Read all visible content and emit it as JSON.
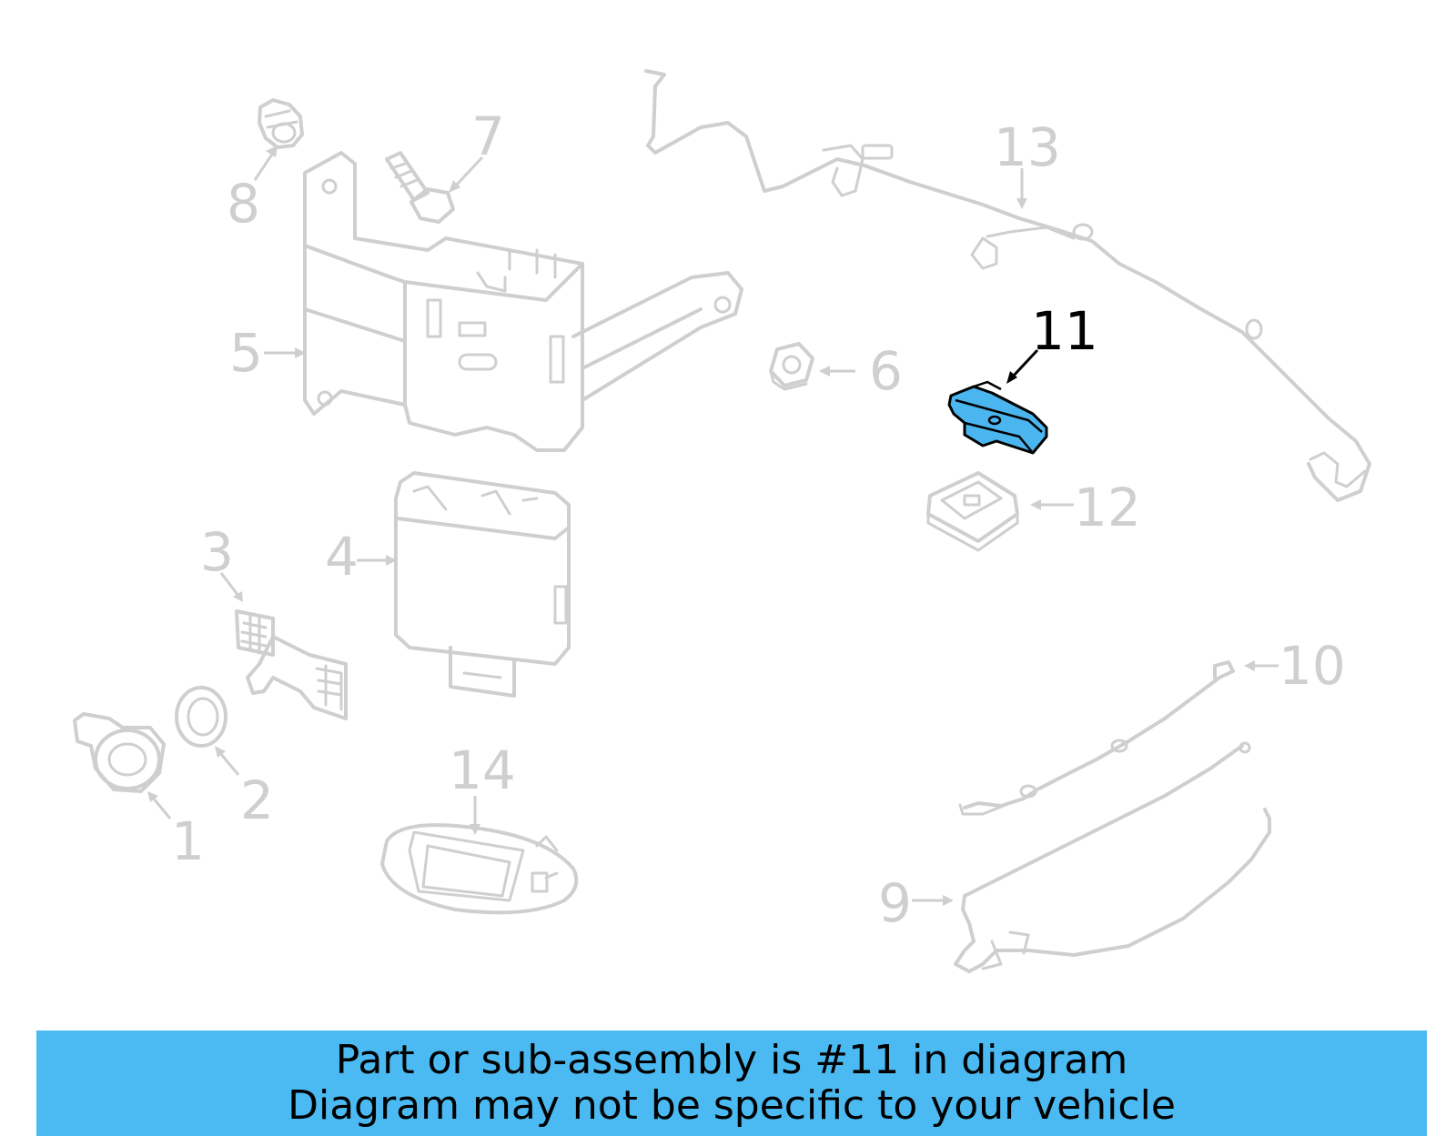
{
  "callouts": {
    "c1": "1",
    "c2": "2",
    "c3": "3",
    "c4": "4",
    "c5": "5",
    "c6": "6",
    "c7": "7",
    "c8": "8",
    "c9": "9",
    "c10": "10",
    "c11": "11",
    "c12": "12",
    "c13": "13",
    "c14": "14"
  },
  "highlight": {
    "part": "11",
    "color": "#4bb5ef"
  },
  "banner": {
    "background": "#4bbaf2",
    "line1": "Part or sub-assembly is #11 in diagram",
    "line2": "Diagram may not be specific to your vehicle"
  }
}
